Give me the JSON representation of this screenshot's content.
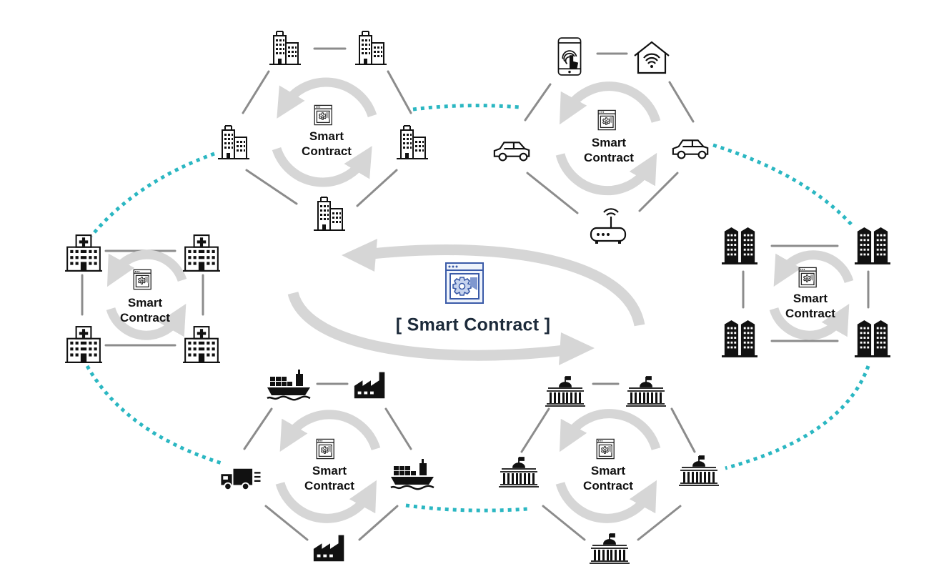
{
  "colors": {
    "link": "#2bb7c2",
    "edge": "#8c8c8c",
    "cycle": "#d6d6d6",
    "icon": "#111111",
    "accent": "#3b5ba8"
  },
  "center": {
    "label": "[ Smart Contract ]",
    "icon": "smart-contract-doc-gear-icon"
  },
  "clusters": [
    {
      "id": "office",
      "label_line1": "Smart",
      "label_line2": "Contract",
      "nodes": [
        "office-building-icon",
        "office-building-icon",
        "office-building-icon",
        "office-building-icon",
        "office-building-icon"
      ]
    },
    {
      "id": "iot",
      "label_line1": "Smart",
      "label_line2": "Contract",
      "nodes": [
        "smartphone-fingerprint-icon",
        "smart-home-wifi-icon",
        "connected-car-icon",
        "wifi-router-icon",
        "electric-car-icon"
      ]
    },
    {
      "id": "hospital",
      "label_line1": "Smart",
      "label_line2": "Contract",
      "nodes": [
        "hospital-icon",
        "hospital-icon",
        "hospital-icon",
        "hospital-icon"
      ]
    },
    {
      "id": "datacenter",
      "label_line1": "Smart",
      "label_line2": "Contract",
      "nodes": [
        "skyscraper-pair-icon",
        "skyscraper-pair-icon",
        "skyscraper-pair-icon",
        "skyscraper-pair-icon"
      ]
    },
    {
      "id": "logistics",
      "label_line1": "Smart",
      "label_line2": "Contract",
      "nodes": [
        "cargo-ship-icon",
        "factory-icon",
        "cargo-ship-icon",
        "factory-icon",
        "delivery-truck-icon"
      ]
    },
    {
      "id": "government",
      "label_line1": "Smart",
      "label_line2": "Contract",
      "nodes": [
        "government-building-icon",
        "government-building-icon",
        "government-building-icon",
        "government-building-icon",
        "government-building-icon"
      ]
    }
  ]
}
